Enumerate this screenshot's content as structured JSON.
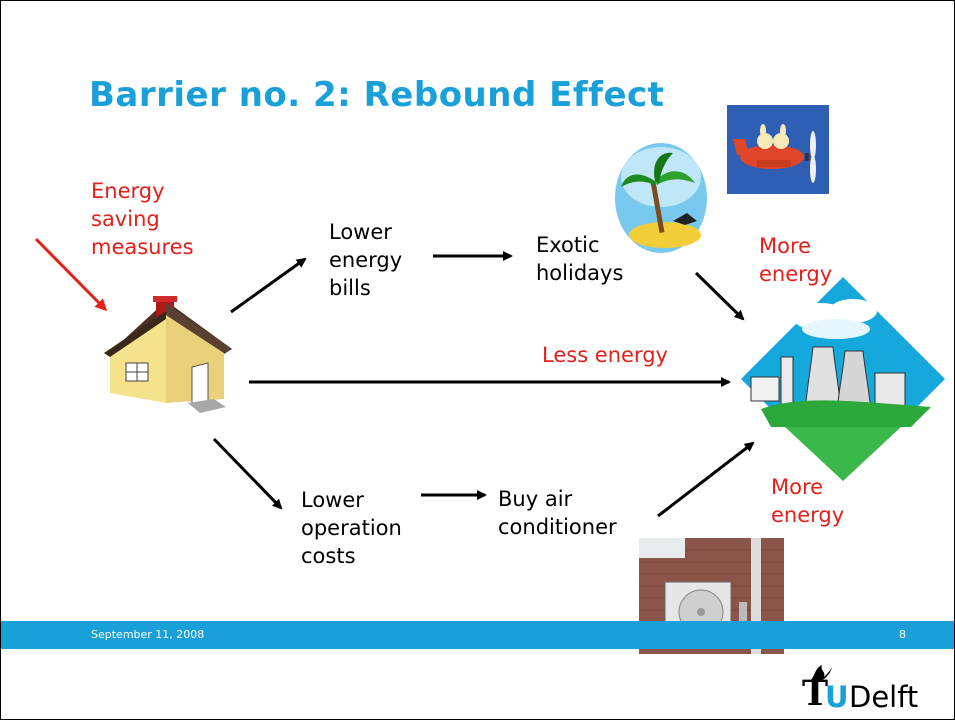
{
  "slide": {
    "title": "Barrier no. 2: Rebound Effect",
    "date": "September 11, 2008",
    "page_number": "8",
    "logo_text": {
      "t": "T",
      "u": "U",
      "rest": "Delft"
    }
  },
  "diagram": {
    "energy_saving_label": "Energy\nsaving\nmeasures",
    "lower_energy_bills": "Lower\nenergy\nbills",
    "exotic_holidays": "Exotic\nholidays",
    "lower_operation_costs": "Lower\noperation\ncosts",
    "buy_air_conditioner": "Buy air\nconditioner",
    "less_energy": "Less energy",
    "more_energy_top": "More\nenergy",
    "more_energy_bottom": "More\nenergy"
  },
  "colors": {
    "title_blue": "#1aa0d8",
    "annotation_red": "#e4201b",
    "footer_bar": "#1aa0d8"
  },
  "images": {
    "house": "house-clipart",
    "island": "palm-island-clipart",
    "airplane": "airplane-clipart",
    "power_plant": "power-plant-clipart",
    "air_conditioner": "air-conditioner-photo"
  }
}
